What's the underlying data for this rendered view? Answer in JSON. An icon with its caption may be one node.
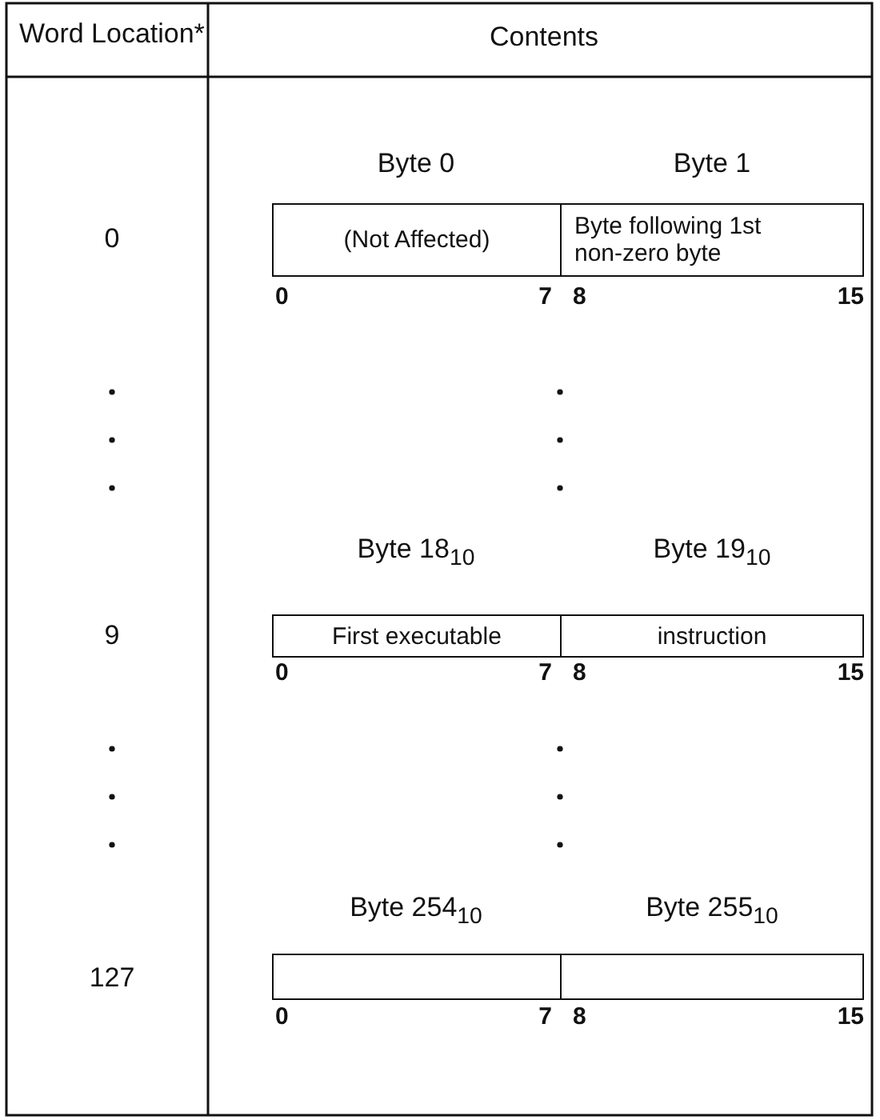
{
  "diagram": {
    "nodes": [
      {
        "text": [
          "(Not Affected)"
        ]
      },
      {
        "text": [
          "Byte following 1st non-zero byte"
        ]
      },
      {
        "text": [
          "First executable"
        ]
      },
      {
        "text": [
          "instruction"
        ]
      },
      {
        "text": [],
        "shape": "box"
      },
      {
        "text": [],
        "shape": "box"
      }
    ],
    "labels": [
      "Word Location*",
      "Contents",
      "Byte 0",
      "Byte 1",
      "0",
      "0",
      "7",
      "8",
      "15",
      "Byte 18$_{10}$",
      "Byte 19$_{10}$",
      "9",
      "0",
      "7",
      "8",
      "15",
      "Byte 254$_{10}$",
      "Byte 255$_{10}$",
      "127",
      "0",
      "7",
      "8",
      "15"
    ]
  }
}
